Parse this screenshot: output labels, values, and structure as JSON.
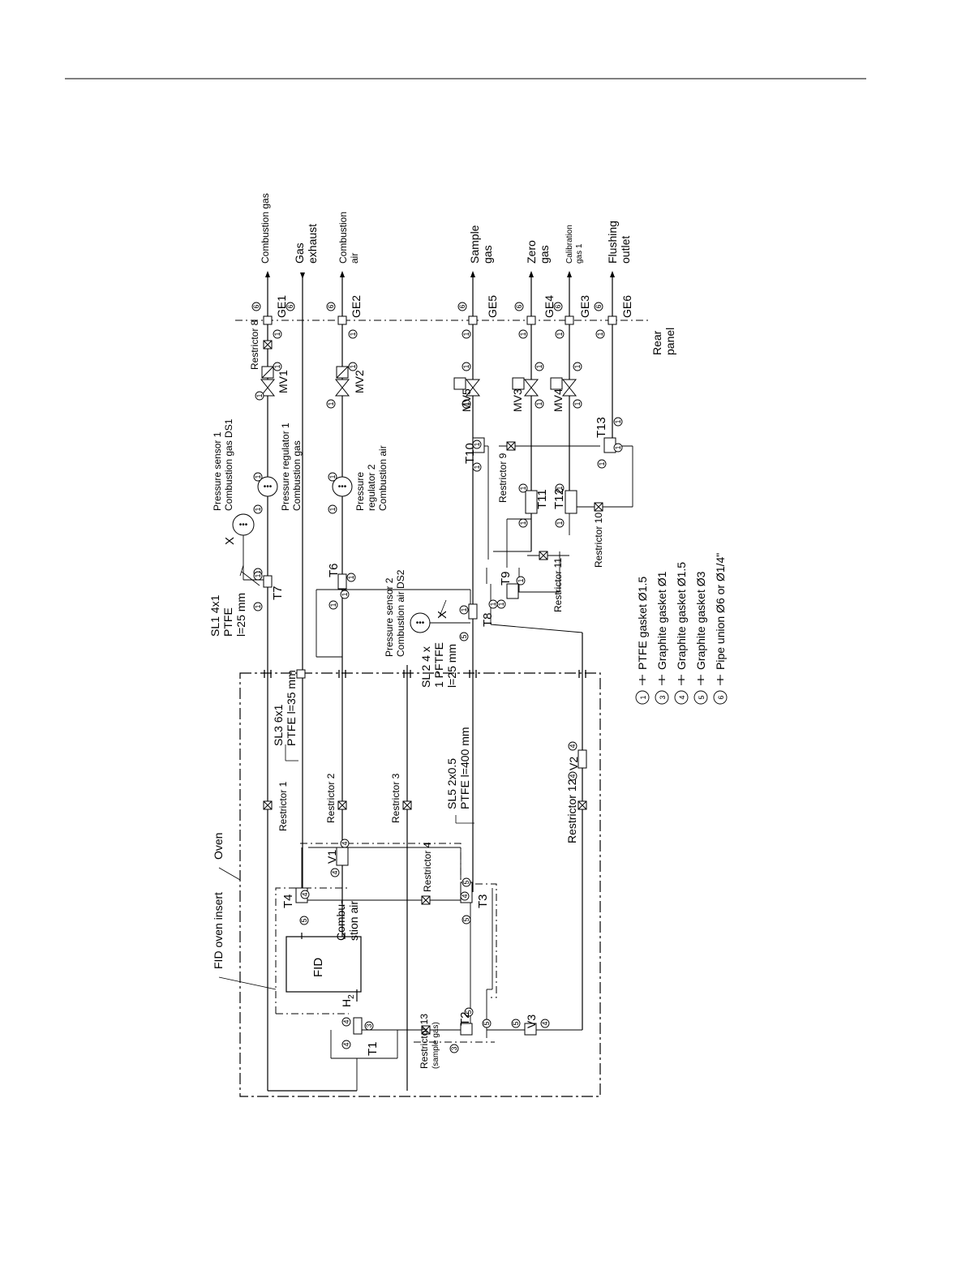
{
  "outlets": {
    "combustion_gas": "Combustion gas",
    "gas_exhaust": "Gas\nexhaust",
    "combustion_air": "Combustion\nair",
    "sample_gas": "Sample\ngas",
    "zero_gas": "Zero\ngas",
    "calibration_gas": "Calibration\ngas 1",
    "flushing_outlet": "Flushing\noutlet"
  },
  "connectors": {
    "ge1": "GE1",
    "ge2": "GE2",
    "ge3": "GE3",
    "ge4": "GE4",
    "ge5": "GE5",
    "ge6": "GE6"
  },
  "rear_panel": "Rear\npanel",
  "valves": {
    "mv1": "MV1",
    "mv2": "MV2",
    "mv3": "MV3",
    "mv4": "MV4",
    "mv5": "MV5",
    "v1": "V1",
    "v2": "V2",
    "v3": "V3"
  },
  "tees": {
    "t1": "T1",
    "t2": "T2",
    "t3": "T3",
    "t4": "T4",
    "t6": "T6",
    "t7": "T7",
    "t8": "T8",
    "t9": "T9",
    "t10": "T10",
    "t11": "T11",
    "t12": "T12",
    "t13": "T13"
  },
  "restrictors": {
    "r1": "Restrictor 1",
    "r2": "Restrictor 2",
    "r3": "Restrictor 3",
    "r4": "Restrictor 4",
    "r8": "Restrictor 8",
    "r9": "Restrictor 9",
    "r10": "Restrictor 10",
    "r11": "Restrictor 11",
    "r12": "Restrictor 12",
    "r13": "Restrictor 13",
    "r13_sub": "(sample gas)"
  },
  "sensors": {
    "ps1_line1": "Pressure sensor 1",
    "ps1_line2": "Combustion gas DS1",
    "ps2_line1": "Pressure sensor 2",
    "ps2_line2": "Combustion air DS2",
    "pr1_line1": "Pressure regulator 1",
    "pr1_line2": "Combustion gas",
    "pr2_line1": "Pressure",
    "pr2_line2": "regulator 2",
    "pr2_line3": "Combustion air",
    "x": "X"
  },
  "lines": {
    "sl1_1": "SL1 4x1",
    "sl1_2": "PTFE",
    "sl1_3": "l=25 mm",
    "sl2_1": "SL 2  4 x",
    "sl2_2": "1 PFTFE",
    "sl2_3": "l=25 mm",
    "sl3_1": "SL3  6x1",
    "sl3_2": "PTFE l=35 mm",
    "sl5_1": "SL5  2x0.5",
    "sl5_2": "PTFE l=400 mm"
  },
  "oven": {
    "oven": "Oven",
    "fid_insert": "FID oven insert",
    "fid": "FID",
    "h2": "H",
    "h2_sub": "2",
    "combustion_air_1": "Combu-",
    "combustion_air_2": "stion air"
  },
  "legend": [
    {
      "num": "1",
      "text": "PTFE gasket Ø1.5"
    },
    {
      "num": "3",
      "text": "Graphite gasket Ø1"
    },
    {
      "num": "4",
      "text": "Graphite gasket Ø1.5"
    },
    {
      "num": "5",
      "text": "Graphite gasket Ø3"
    },
    {
      "num": "6",
      "text": "Pipe union Ø6 or Ø1/4\""
    }
  ]
}
